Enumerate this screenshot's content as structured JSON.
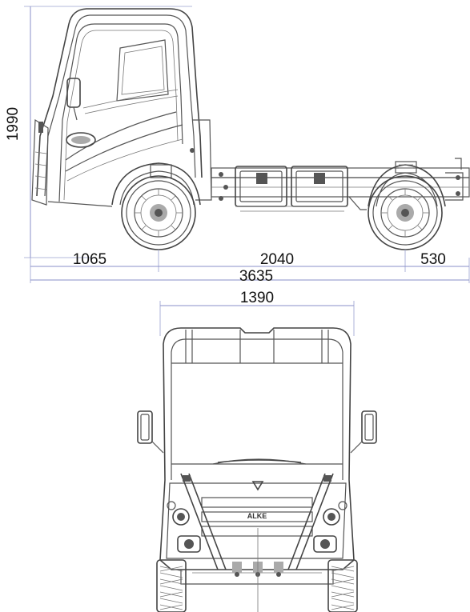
{
  "dimensions": {
    "height": "1990",
    "front_overhang": "1065",
    "wheelbase": "2040",
    "rear_overhang": "530",
    "total_length": "3635",
    "width": "1390"
  },
  "logo_text": "ALKE",
  "colors": {
    "drawing_line": "#555555",
    "dimension_line": "#8a8fc8"
  }
}
